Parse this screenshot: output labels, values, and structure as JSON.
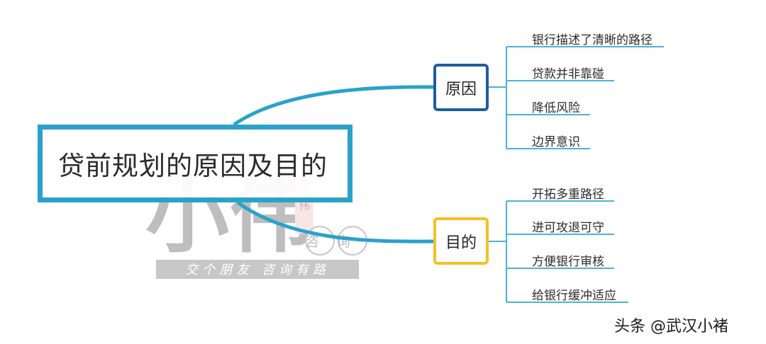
{
  "root": {
    "title": "贷前规划的原因及目的"
  },
  "branches": [
    {
      "label": "原因",
      "color": "#1f5d9b",
      "leaves": [
        "银行描述了清晰的路径",
        "贷款并非靠碰",
        "降低风险",
        "边界意识"
      ]
    },
    {
      "label": "目的",
      "color": "#f5c023",
      "leaves": [
        "开拓多重路径",
        "进可攻退可守",
        "方便银行审核",
        "给银行缓冲适应"
      ]
    }
  ],
  "watermark": {
    "brand": "小伟",
    "seal": "李绍伟",
    "consult_badge": "咨询",
    "slogan": "交个朋友  咨询有路"
  },
  "credit": "头条 @武汉小褚",
  "colors": {
    "connector": "#2aa2c9",
    "cause": "#1f5d9b",
    "purpose": "#f5c023"
  }
}
